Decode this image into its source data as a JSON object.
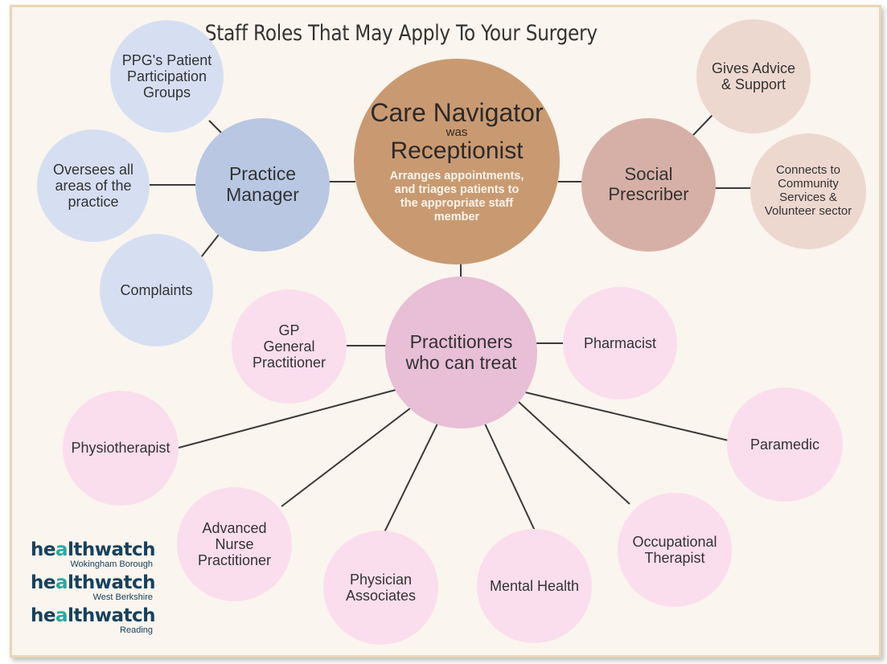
{
  "title": "Staff Roles That May Apply To Your Surgery",
  "center": {
    "title": "Care Navigator",
    "was": "was",
    "subtitle": "Receptionist",
    "description": "Arranges appointments,\nand triages patients to\nthe appropriate staff\nmember"
  },
  "practice_manager": {
    "label": "Practice\nManager",
    "children": [
      "PPG's Patient\nParticipation\nGroups",
      "Oversees all\nareas of the\npractice",
      "Complaints"
    ]
  },
  "social_prescriber": {
    "label": "Social\nPrescriber",
    "children": [
      "Gives Advice\n& Support",
      "Connects to\nCommunity\nServices &\nVolunteer sector"
    ]
  },
  "practitioners": {
    "label": "Practitioners\nwho can treat",
    "children": [
      "GP\nGeneral\nPractitioner",
      "Pharmacist",
      "Physiotherapist",
      "Paramedic",
      "Advanced\nNurse\nPractitioner",
      "Physician\nAssociates",
      "Mental Health",
      "Occupational\nTherapist"
    ]
  },
  "logos": [
    {
      "brand": "healthwatch",
      "area": "Wokingham Borough"
    },
    {
      "brand": "healthwatch",
      "area": "West Berkshire"
    },
    {
      "brand": "healthwatch",
      "area": "Reading"
    }
  ],
  "colors": {
    "logo_teal": "#2aa8a0",
    "logo_navy": "#17415e",
    "care_navigator": "#c99a72",
    "practice_manager": "#b9c7e3",
    "practitioners": "#e8bfd6",
    "social_prescriber": "#d6b0a6"
  }
}
